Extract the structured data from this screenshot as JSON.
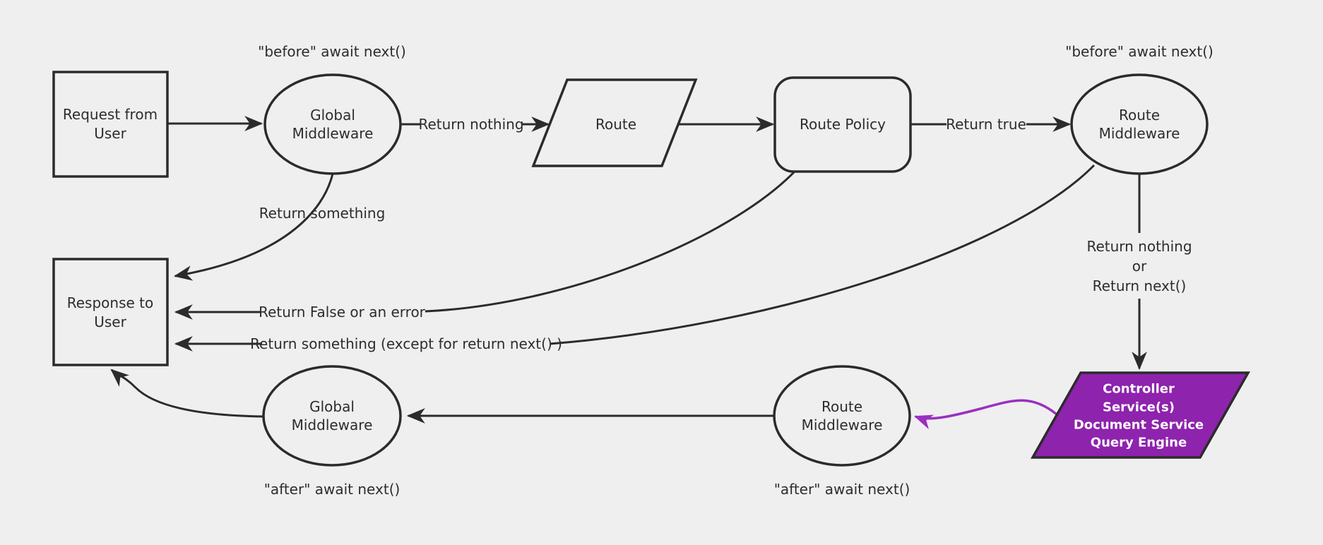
{
  "diagram": {
    "title": "Request lifecycle middleware flowchart",
    "colors": {
      "background": "#efefef",
      "line": "#2b2b2b",
      "text": "#2d2d2d",
      "purple_fill": "#8e23ad",
      "purple_stroke": "#9b2fc0",
      "purple_node_text": "#ffffff"
    },
    "nodes": {
      "request": {
        "shape": "rectangle",
        "label_lines": [
          "Request from",
          "User"
        ]
      },
      "global_middleware_top": {
        "shape": "ellipse",
        "label_lines": [
          "Global",
          "Middleware"
        ]
      },
      "route": {
        "shape": "parallelogram",
        "label_lines": [
          "Route"
        ]
      },
      "route_policy": {
        "shape": "rounded-rectangle",
        "label_lines": [
          "Route Policy"
        ]
      },
      "route_middleware_top": {
        "shape": "ellipse",
        "label_lines": [
          "Route",
          "Middleware"
        ]
      },
      "response": {
        "shape": "rectangle",
        "label_lines": [
          "Response to",
          "User"
        ]
      },
      "global_middleware_bottom": {
        "shape": "ellipse",
        "label_lines": [
          "Global",
          "Middleware"
        ]
      },
      "route_middleware_bottom": {
        "shape": "ellipse",
        "label_lines": [
          "Route",
          "Middleware"
        ]
      },
      "controller": {
        "shape": "parallelogram",
        "label_lines": [
          "Controller",
          "Service(s)",
          "Document Service",
          "Query Engine"
        ]
      }
    },
    "edge_labels": {
      "before_await_left": "\"before\" await next()",
      "before_await_right": "\"before\" await next()",
      "return_nothing": "Return nothing",
      "return_true": "Return true",
      "return_something": "Return something",
      "return_false_or_error": "Return False or an error",
      "return_something_except": "Return something (except for return next() )",
      "return_nothing_or_lines": [
        "Return nothing",
        "or",
        "Return next()"
      ],
      "after_await_left": "\"after\" await next()",
      "after_await_right": "\"after\" await next()"
    }
  }
}
